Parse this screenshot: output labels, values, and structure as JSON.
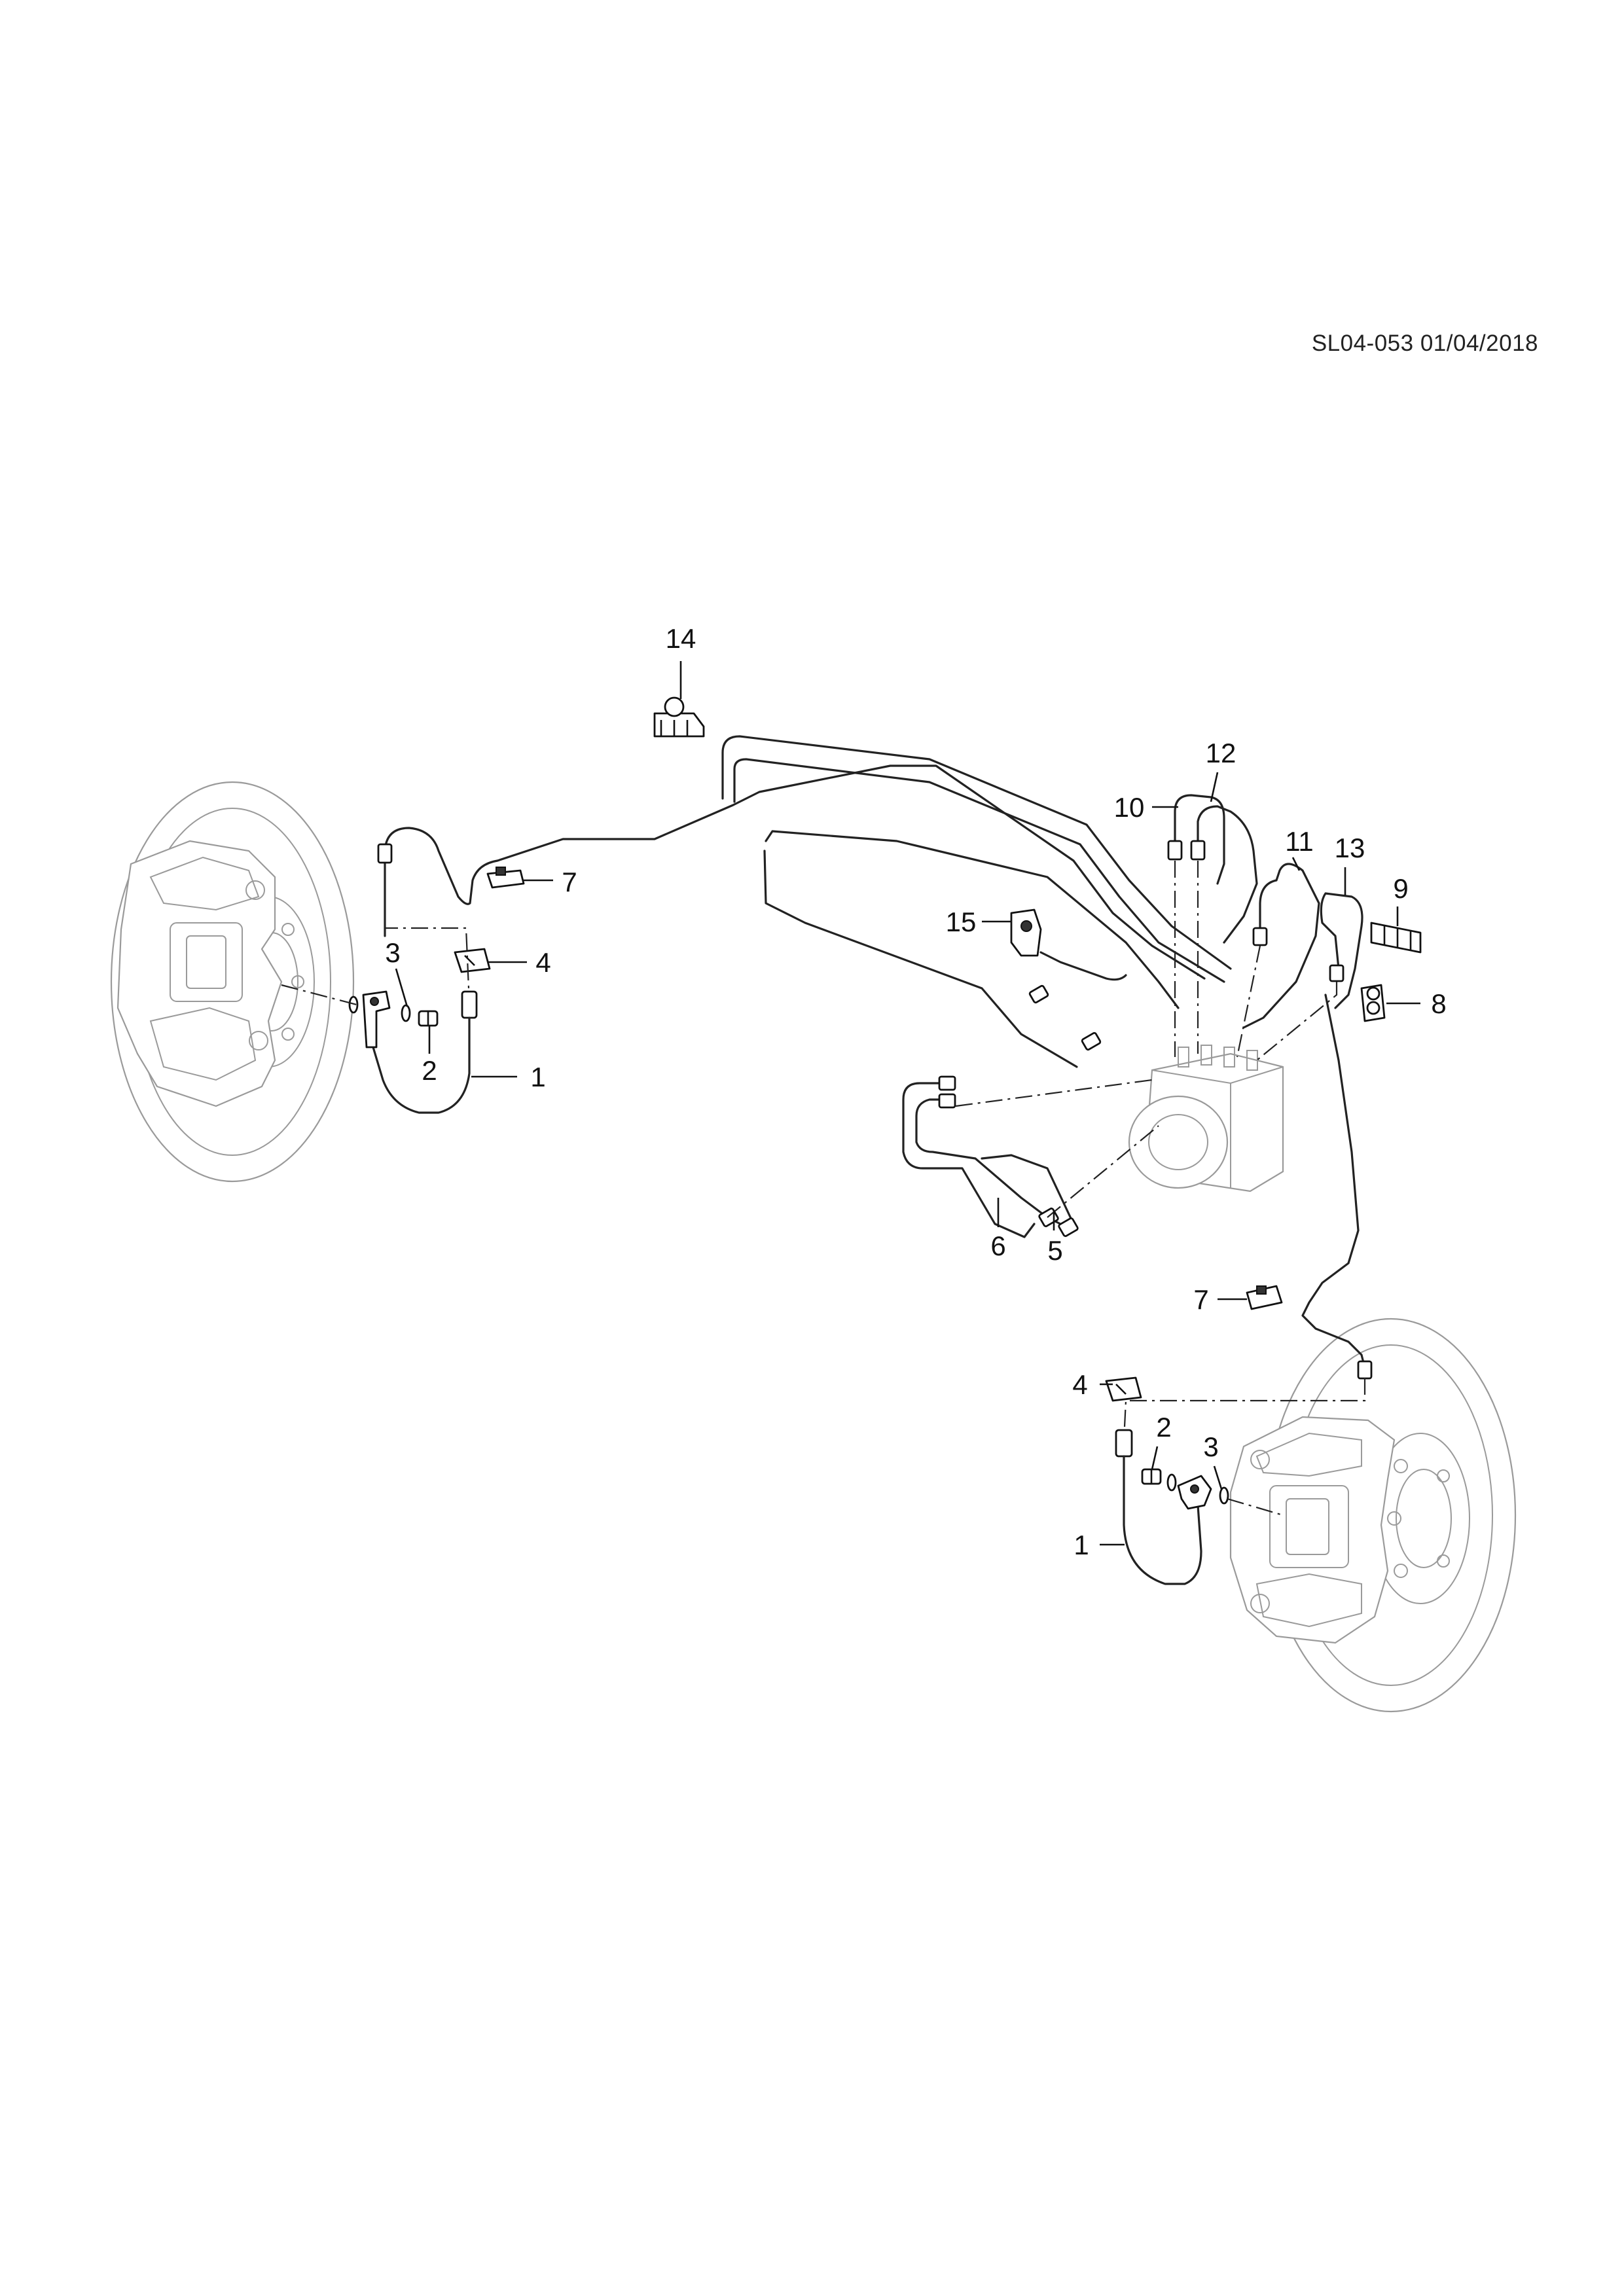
{
  "document": {
    "code": "SL04-053 01/04/2018"
  },
  "callouts": [
    {
      "id": "lf-1",
      "label": "1"
    },
    {
      "id": "lf-2",
      "label": "2"
    },
    {
      "id": "lf-3",
      "label": "3"
    },
    {
      "id": "lf-4",
      "label": "4"
    },
    {
      "id": "lf-7",
      "label": "7"
    },
    {
      "id": "top-14",
      "label": "14"
    },
    {
      "id": "top-15",
      "label": "15"
    },
    {
      "id": "top-10",
      "label": "10"
    },
    {
      "id": "top-12",
      "label": "12"
    },
    {
      "id": "top-11",
      "label": "11"
    },
    {
      "id": "top-13",
      "label": "13"
    },
    {
      "id": "top-9",
      "label": "9"
    },
    {
      "id": "top-8",
      "label": "8"
    },
    {
      "id": "mid-6",
      "label": "6"
    },
    {
      "id": "mid-5",
      "label": "5"
    },
    {
      "id": "rf-7",
      "label": "7"
    },
    {
      "id": "rf-4",
      "label": "4"
    },
    {
      "id": "rf-2",
      "label": "2"
    },
    {
      "id": "rf-3",
      "label": "3"
    },
    {
      "id": "rf-1",
      "label": "1"
    }
  ]
}
